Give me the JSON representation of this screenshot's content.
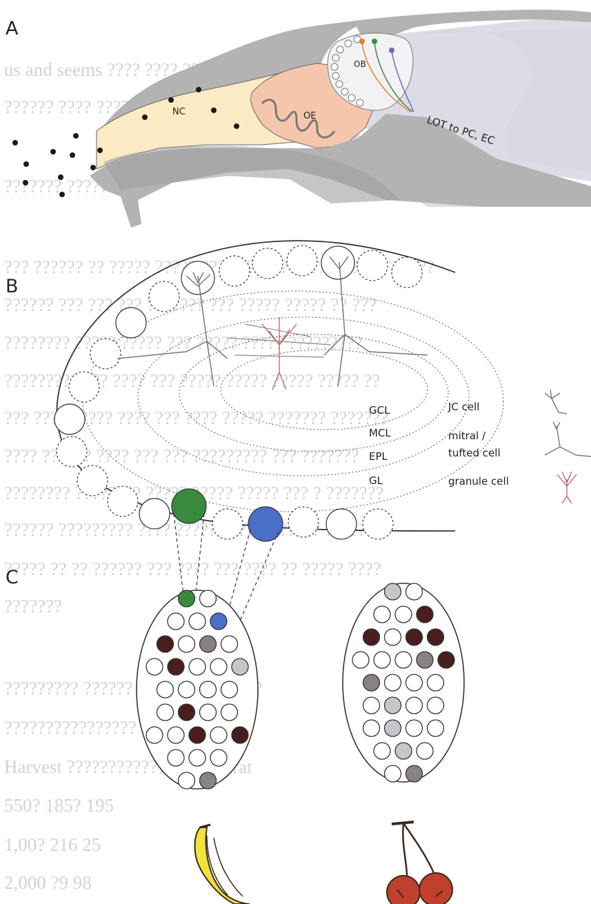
{
  "background_text": [
    "us and seems ???? ???? ????? ???? ??? ??????? ?????? ??",
    "?????? ???? ??????",
    "??????? ????????",
    "??? ?????? ?? ????? ????? ???? ???????? ????????? ??? ??",
    "?????? ??? ??? ??? ??????? ??? ????? ????? ?? ???",
    "???????? ????? ????? ??? ????? ????? ?????????",
    "????????? ??? ???? ??? ????? ????? ????? ????? ??",
    "??? ????? ???? ???? ??? ???? ????? ??????? ???????",
    "???? ?????? ???? ??? ??? ????????? ??? ???????",
    "???????? ???????? ????? ????? ????? ??? ? ???????",
    "?????? ????????? ???? ????? ???????????? ????????",
    "????? ?? ?? ?????? ??? ???? ??? ???? ?? ????? ????",
    "???????",
    "????????? ?????? ?? ??????? ?????",
    "????????????????",
    "Harvest ????????????   Concentrat",
    "550?     185?                    195",
    "1,00?    216                     25",
    "2,000    ?9                      98"
  ],
  "panel_labels": {
    "a": "A",
    "b": "B",
    "c": "C"
  },
  "panel_a": {
    "nc": "NC",
    "oe": "OE",
    "ob": "OB",
    "lot": "LOT to PC, EC"
  },
  "panel_b": {
    "layers": [
      "GCL",
      "MCL",
      "EPL",
      "GL"
    ],
    "legend": {
      "jc": "JC cell",
      "mitral_1": "mitral /",
      "mitral_2": "tufted cell",
      "granule": "granule cell"
    }
  },
  "panel_c": {
    "odor_left": "banana",
    "odor_right": "cherries"
  },
  "colors": {
    "skull": "#b3b3b3",
    "cavity": "#fbebc3",
    "epithelium": "#f6c6ac",
    "brain": "#dcdce6",
    "green": "#3a8a3e",
    "blue": "#4a6fc8",
    "dark": "#4a1e1e",
    "mid": "#8a8282",
    "light": "#c8c4cc"
  }
}
